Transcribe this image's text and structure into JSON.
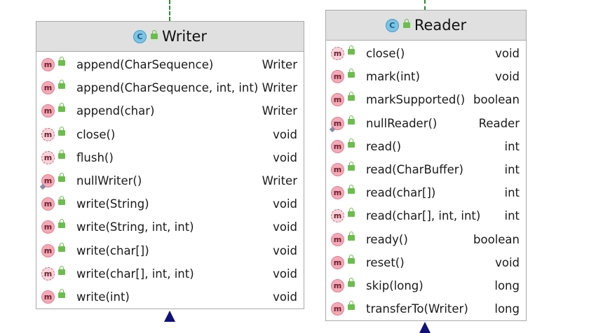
{
  "class_icon_letter": "C",
  "method_icon_letter": "m",
  "colors": {
    "header_bg": "#e0e0e0",
    "border": "#a9a9a9",
    "connector": "#2a8a2a",
    "arrow": "#10107a",
    "method_icon": "#f4a9b6",
    "class_icon": "#7cc4e6",
    "visibility_public": "#6bbd4c"
  },
  "classes": [
    {
      "name": "Writer",
      "header_icon": "class-icon",
      "members": [
        {
          "signature": "append(CharSequence)",
          "return_type": "Writer",
          "abstract": false,
          "static": false
        },
        {
          "signature": "append(CharSequence, int, int)",
          "return_type": "Writer",
          "abstract": false,
          "static": false
        },
        {
          "signature": "append(char)",
          "return_type": "Writer",
          "abstract": false,
          "static": false
        },
        {
          "signature": "close()",
          "return_type": "void",
          "abstract": true,
          "static": false
        },
        {
          "signature": "flush()",
          "return_type": "void",
          "abstract": true,
          "static": false
        },
        {
          "signature": "nullWriter()",
          "return_type": "Writer",
          "abstract": false,
          "static": true
        },
        {
          "signature": "write(String)",
          "return_type": "void",
          "abstract": false,
          "static": false
        },
        {
          "signature": "write(String, int, int)",
          "return_type": "void",
          "abstract": false,
          "static": false
        },
        {
          "signature": "write(char[])",
          "return_type": "void",
          "abstract": false,
          "static": false
        },
        {
          "signature": "write(char[], int, int)",
          "return_type": "void",
          "abstract": true,
          "static": false
        },
        {
          "signature": "write(int)",
          "return_type": "void",
          "abstract": false,
          "static": false
        }
      ]
    },
    {
      "name": "Reader",
      "header_icon": "class-icon",
      "members": [
        {
          "signature": "close()",
          "return_type": "void",
          "abstract": true,
          "static": false
        },
        {
          "signature": "mark(int)",
          "return_type": "void",
          "abstract": false,
          "static": false
        },
        {
          "signature": "markSupported()",
          "return_type": "boolean",
          "abstract": false,
          "static": false
        },
        {
          "signature": "nullReader()",
          "return_type": "Reader",
          "abstract": false,
          "static": true
        },
        {
          "signature": "read()",
          "return_type": "int",
          "abstract": false,
          "static": false
        },
        {
          "signature": "read(CharBuffer)",
          "return_type": "int",
          "abstract": false,
          "static": false
        },
        {
          "signature": "read(char[])",
          "return_type": "int",
          "abstract": false,
          "static": false
        },
        {
          "signature": "read(char[], int, int)",
          "return_type": "int",
          "abstract": true,
          "static": false
        },
        {
          "signature": "ready()",
          "return_type": "boolean",
          "abstract": false,
          "static": false
        },
        {
          "signature": "reset()",
          "return_type": "void",
          "abstract": false,
          "static": false
        },
        {
          "signature": "skip(long)",
          "return_type": "long",
          "abstract": false,
          "static": false
        },
        {
          "signature": "transferTo(Writer)",
          "return_type": "long",
          "abstract": false,
          "static": false
        }
      ]
    }
  ]
}
